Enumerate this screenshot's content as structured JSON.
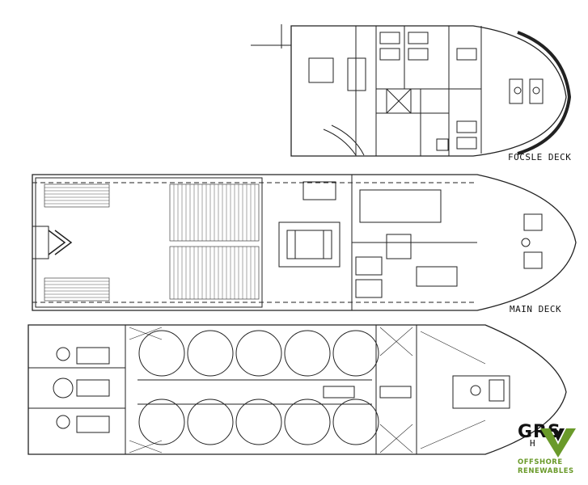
{
  "decks": {
    "focsle": "FOCSLE DECK",
    "main": "MAIN DECK",
    "hold": "H"
  },
  "logo": {
    "name": "GRS",
    "line1": "OFFSHORE",
    "line2": "RENEWABLES",
    "accent_color": "#6a9a2a",
    "dark_color": "#111111"
  },
  "drawing": {
    "line_color": "#222222",
    "background": "#ffffff",
    "tank_count": 10
  }
}
